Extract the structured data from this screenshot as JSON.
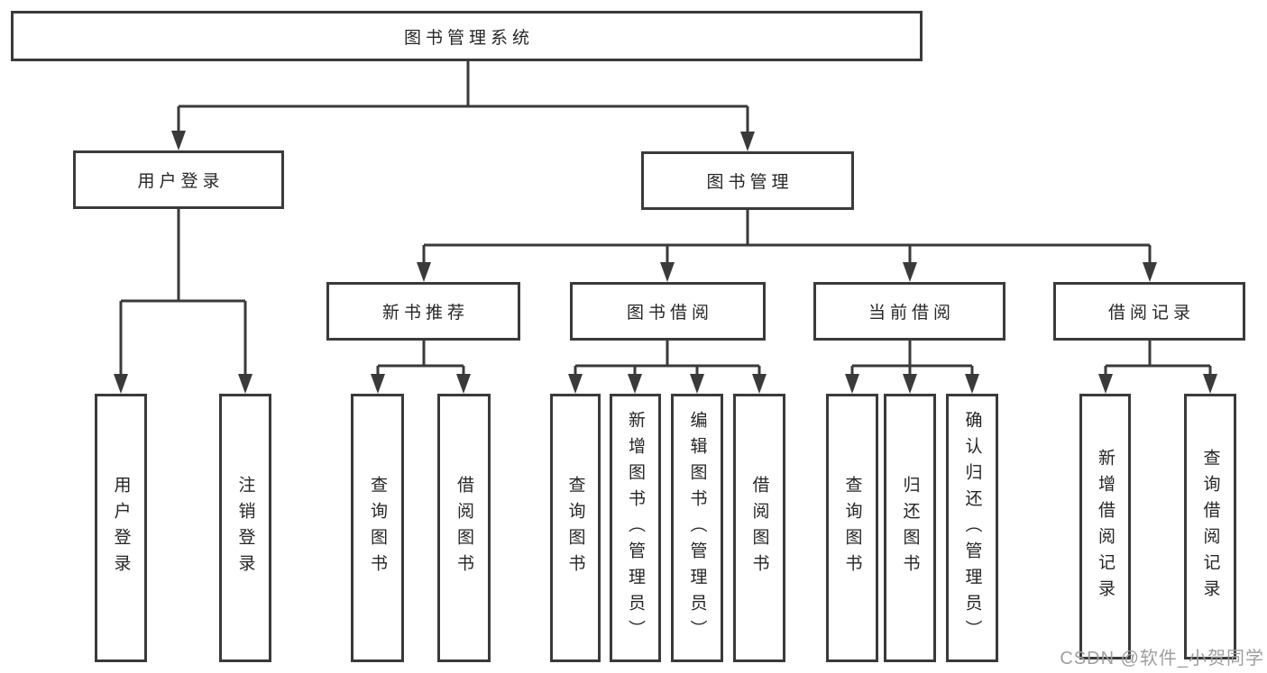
{
  "tree": {
    "root": {
      "label": "图书管理系统"
    },
    "children": [
      {
        "label": "用户登录",
        "children": [
          {
            "label": "用户登录"
          },
          {
            "label": "注销登录"
          }
        ]
      },
      {
        "label": "图书管理",
        "children": [
          {
            "label": "新书推荐",
            "children": [
              {
                "label": "查询图书"
              },
              {
                "label": "借阅图书"
              }
            ]
          },
          {
            "label": "图书借阅",
            "children": [
              {
                "label": "查询图书"
              },
              {
                "label": "新增图书（管理员）"
              },
              {
                "label": "编辑图书（管理员）"
              },
              {
                "label": "借阅图书"
              }
            ]
          },
          {
            "label": "当前借阅",
            "children": [
              {
                "label": "查询图书"
              },
              {
                "label": "归还图书"
              },
              {
                "label": "确认归还（管理员）"
              }
            ]
          },
          {
            "label": "借阅记录",
            "children": [
              {
                "label": "新增借阅记录"
              },
              {
                "label": "查询借阅记录"
              }
            ]
          }
        ]
      }
    ]
  },
  "watermark": {
    "text": "CSDN @软件_小贺同学"
  },
  "colors": {
    "background": "#ffffff",
    "box_fill": "#ffffff",
    "box_border": "#3a3a3a",
    "line": "#3a3a3a",
    "text": "#262626",
    "watermark": "#9e9e9e"
  }
}
